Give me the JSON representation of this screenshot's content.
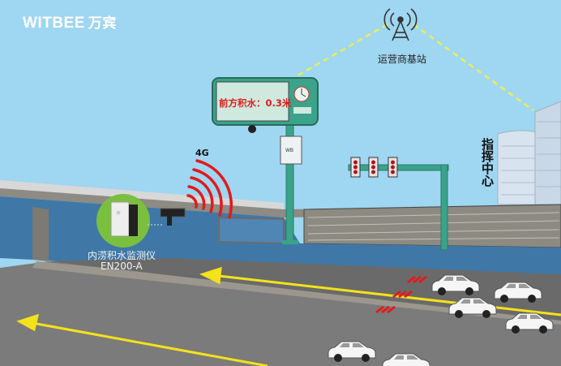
{
  "brand": {
    "name_en": "WITBEE",
    "name_cn": "万宾"
  },
  "labels": {
    "base_station": "运营商基站",
    "command_center": "指挥中心",
    "signal": "4G",
    "sign_message": "前方积水：0.3米",
    "device_name": "内涝积水监测仪",
    "device_model": "EN200-A"
  },
  "colors": {
    "sky": "#9fd6f1",
    "water": "#3f78a6",
    "road": "#7b7b7b",
    "pole": "#3aa38a",
    "signal_red": "#e01b1b",
    "arrow_yellow": "#f4e21a",
    "device_circle": "#7bbf3f"
  },
  "icons": [
    "radio-tower-icon",
    "clock-icon",
    "traffic-light-icon",
    "camera-icon",
    "control-box-icon",
    "signal-waves-icon",
    "water-sensor-icon",
    "car-icon",
    "arrow-left-icon"
  ]
}
